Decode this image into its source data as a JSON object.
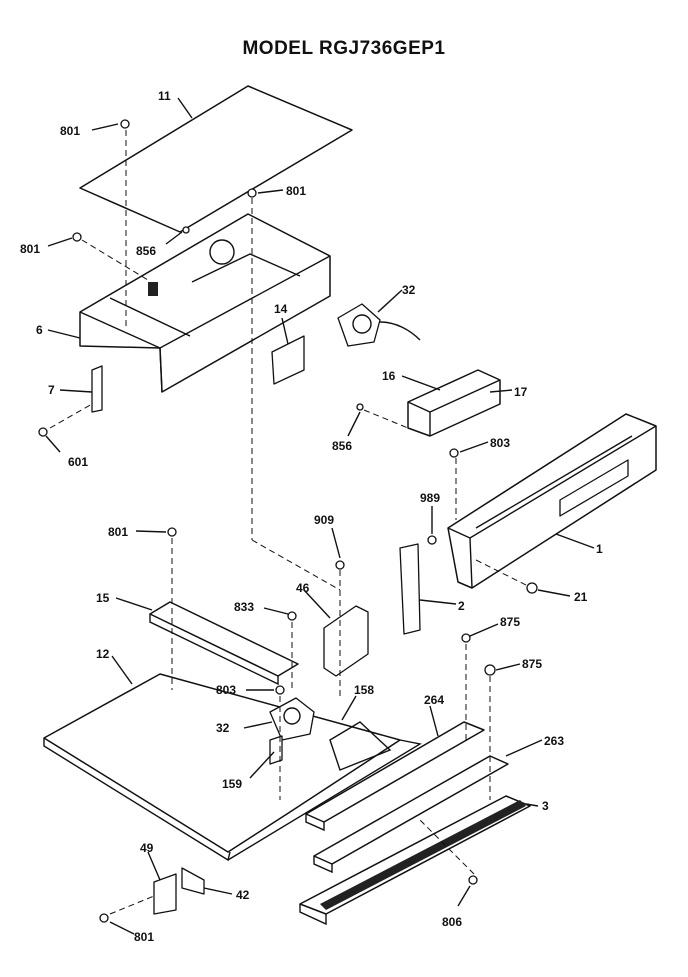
{
  "title": "MODEL RGJ736GEP1",
  "labels": {
    "l11": "11",
    "l801a": "801",
    "l801b": "801",
    "l801c": "801",
    "l856a": "856",
    "l32a": "32",
    "l6": "6",
    "l14": "14",
    "l7": "7",
    "l601": "601",
    "l16": "16",
    "l17": "17",
    "l856b": "856",
    "l803a": "803",
    "l989": "989",
    "l1": "1",
    "l801d": "801",
    "l909": "909",
    "l21": "21",
    "l15": "15",
    "l46": "46",
    "l833": "833",
    "l2": "2",
    "l875a": "875",
    "l12": "12",
    "l875b": "875",
    "l803b": "803",
    "l158": "158",
    "l264": "264",
    "l32b": "32",
    "l263": "263",
    "l159": "159",
    "l3": "3",
    "l49": "49",
    "l42": "42",
    "l806": "806",
    "l801e": "801"
  }
}
